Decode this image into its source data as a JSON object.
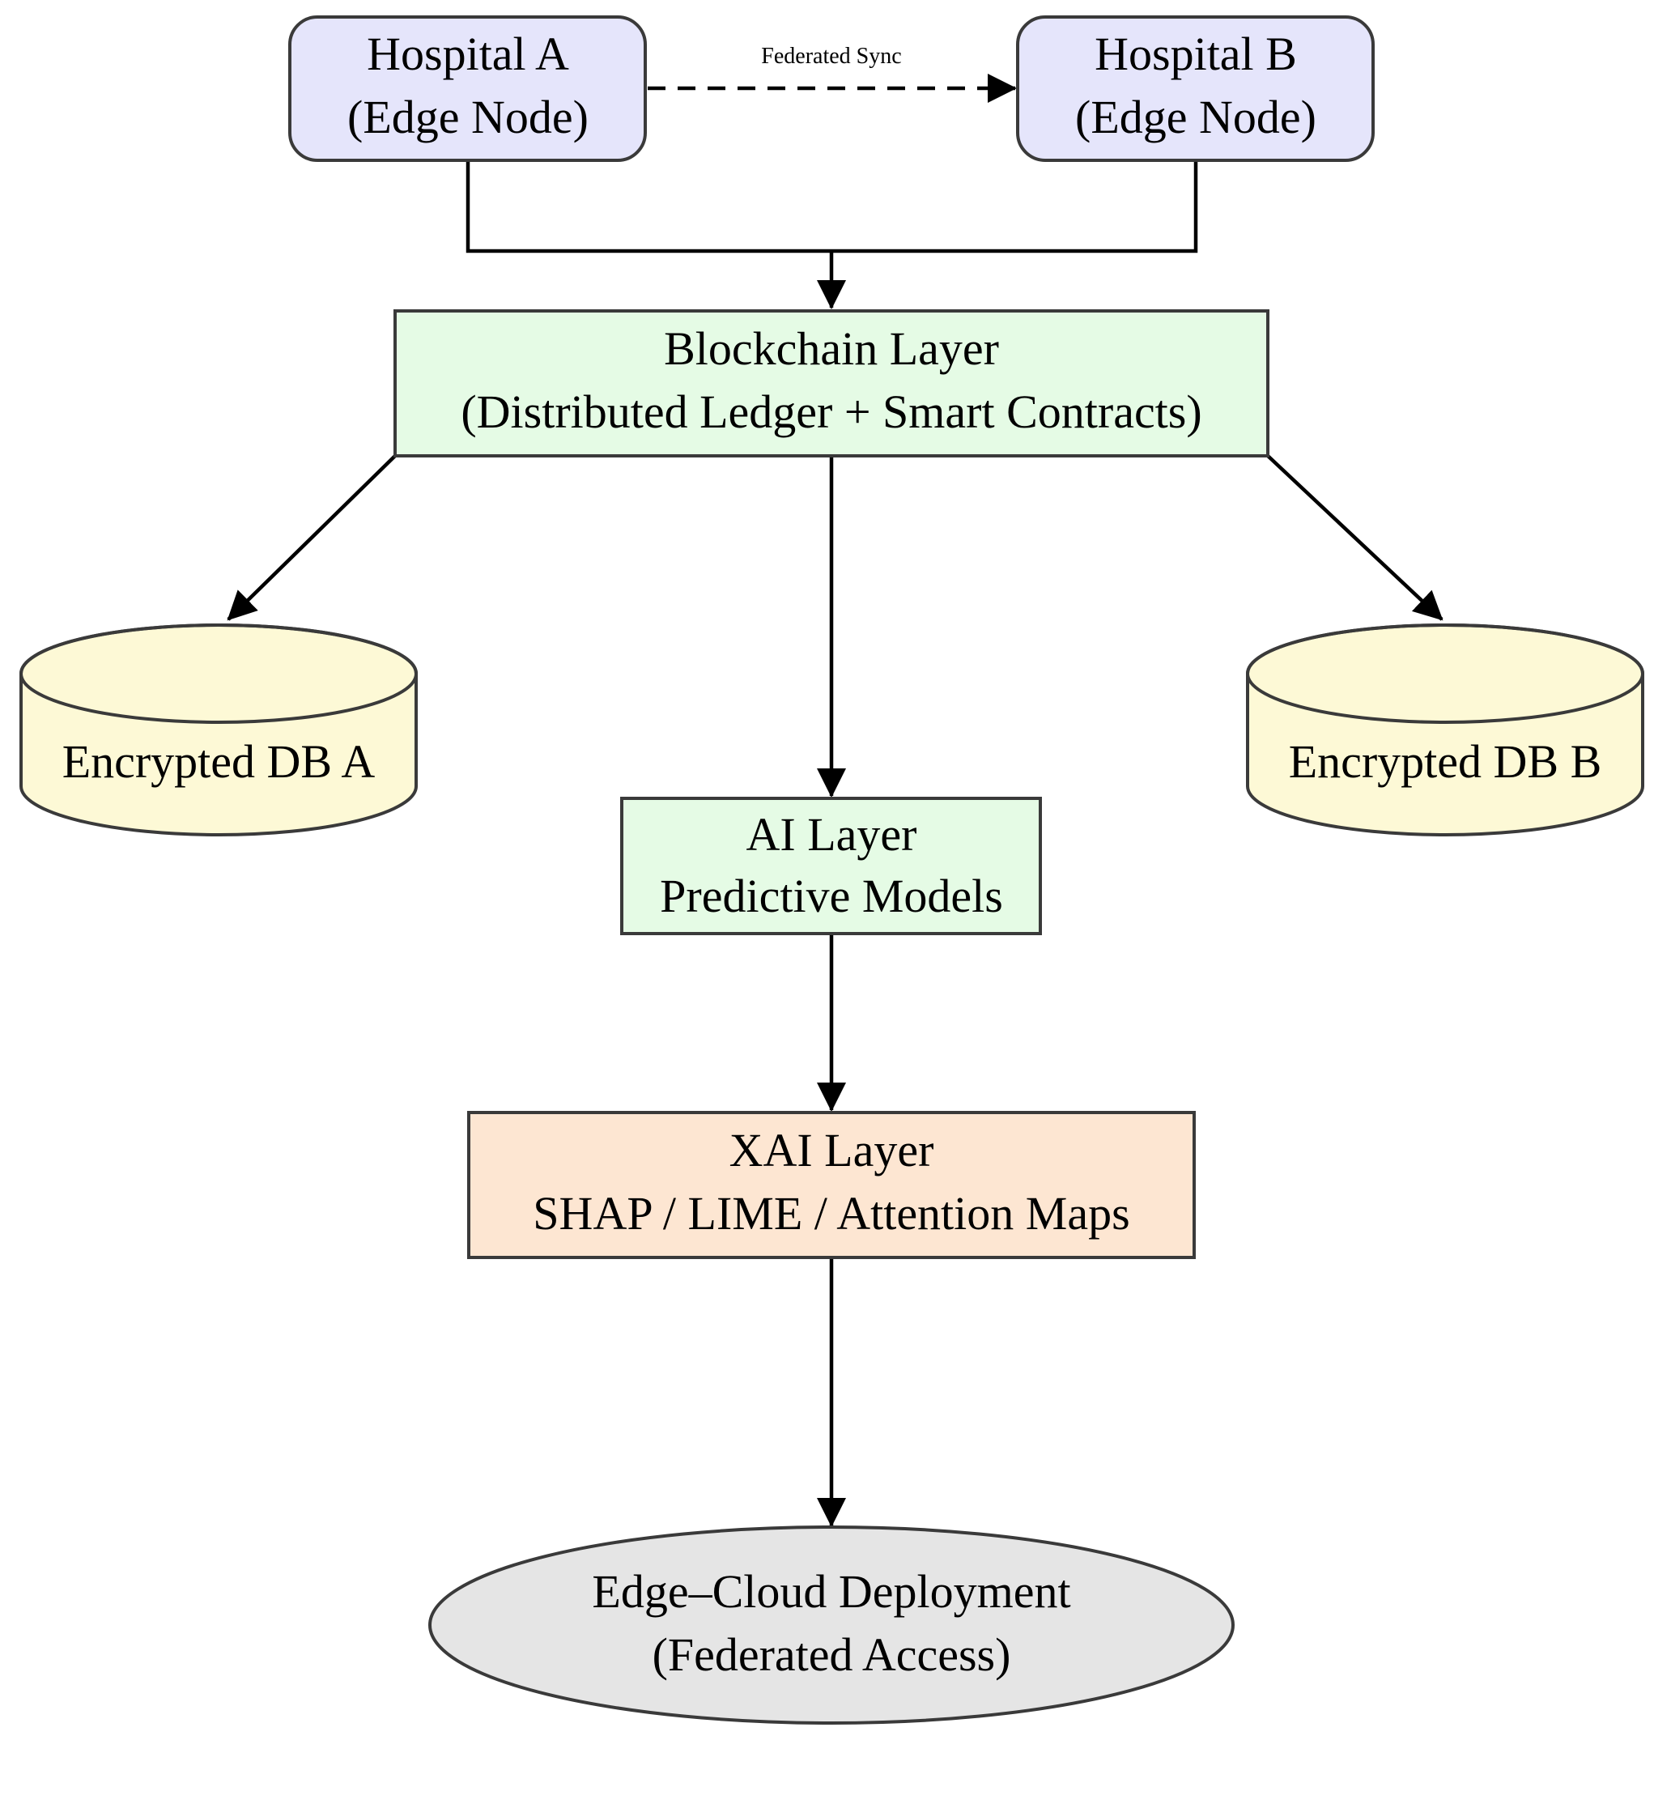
{
  "nodes": {
    "hospital_a": {
      "line1": "Hospital A",
      "line2": "(Edge Node)",
      "fill": "#e5e5fb"
    },
    "hospital_b": {
      "line1": "Hospital B",
      "line2": "(Edge Node)",
      "fill": "#e5e5fb"
    },
    "blockchain": {
      "line1": "Blockchain Layer",
      "line2": "(Distributed Ledger + Smart Contracts)",
      "fill": "#e5fbe5"
    },
    "db_a": {
      "label": "Encrypted DB A",
      "fill": "#fdf9d6"
    },
    "db_b": {
      "label": "Encrypted DB B",
      "fill": "#fdf9d6"
    },
    "ai": {
      "line1": "AI Layer",
      "line2": "Predictive Models",
      "fill": "#e5fbe5"
    },
    "xai": {
      "line1": "XAI Layer",
      "line2": "SHAP / LIME / Attention Maps",
      "fill": "#fde6d2"
    },
    "deploy": {
      "line1": "Edge–Cloud Deployment",
      "line2": "(Federated Access)",
      "fill": "#e5e5e5"
    }
  },
  "edges": {
    "federated_sync": {
      "label": "Federated Sync"
    }
  },
  "colors": {
    "stroke": "#000000",
    "node_border": "#3a3a3a"
  }
}
